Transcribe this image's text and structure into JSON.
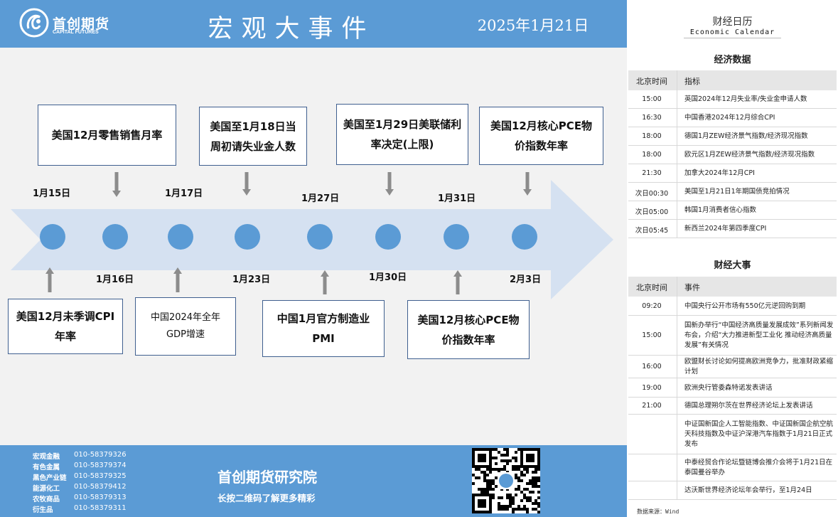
{
  "header": {
    "logo_cn": "首创期货",
    "logo_en": "CAPITAL FUTURES",
    "title": "宏观大事件",
    "date": "2025年1月21日"
  },
  "timeline": {
    "top_dates": [
      "1月15日",
      "1月17日",
      "1月27日",
      "1月31日"
    ],
    "bottom_dates": [
      "1月16日",
      "1月23日",
      "1月30日",
      "2月3日"
    ],
    "top_events": [
      "美国12月零售销售月率",
      "美国至1月18日当周初请失业金人数",
      "美国至1月29日美联储利率决定(上限)",
      "美国12月核心PCE物价指数年率"
    ],
    "bottom_events": [
      "美国12月未季调CPI年率",
      "中国2024年全年GDP增速",
      "中国1月官方制造业PMI",
      "美国12月核心PCE物价指数年率"
    ],
    "colors": {
      "arrow": "#d5e1f1",
      "dot": "#5b9bd5",
      "pointer": "#8c8c8c"
    }
  },
  "footer": {
    "contacts": [
      {
        "label": "宏观金融",
        "phone": "010-58379326"
      },
      {
        "label": "有色金属",
        "phone": "010-58379374"
      },
      {
        "label": "黑色产业链",
        "phone": "010-58379325"
      },
      {
        "label": "能源化工",
        "phone": "010-58379412"
      },
      {
        "label": "农牧商品",
        "phone": "010-58379313"
      },
      {
        "label": "衍生品",
        "phone": "010-58379311"
      }
    ],
    "institute": "首创期货研究院",
    "subtitle": "长按二维码了解更多精彩"
  },
  "calendar": {
    "title": "财经日历",
    "subtitle": "Economic Calendar",
    "data_section": {
      "title": "经济数据",
      "col_time": "北京时间",
      "col_item": "指标",
      "rows": [
        {
          "time": "15:00",
          "item": "英国2024年12月失业率/失业金申请人数"
        },
        {
          "time": "16:30",
          "item": "中国香港2024年12月综合CPI"
        },
        {
          "time": "18:00",
          "item": "德国1月ZEW经济景气指数/经济现况指数"
        },
        {
          "time": "18:00",
          "item": "欧元区1月ZEW经济景气指数/经济现况指数"
        },
        {
          "time": "21:30",
          "item": "加拿大2024年12月CPI"
        },
        {
          "time": "次日00:30",
          "item": "美国至1月21日1年期国债竞拍情况"
        },
        {
          "time": "次日05:00",
          "item": "韩国1月消费者信心指数"
        },
        {
          "time": "次日05:45",
          "item": "新西兰2024年第四季度CPI"
        }
      ]
    },
    "events_section": {
      "title": "财经大事",
      "col_time": "北京时间",
      "col_item": "事件",
      "rows": [
        {
          "time": "09:20",
          "item": "中国央行公开市场有550亿元逆回购到期"
        },
        {
          "time": "15:00",
          "item": "国新办举行“中国经济高质量发展成效”系列新闻发布会，介绍“大力推进新型工业化 推动经济高质量发展”有关情况"
        },
        {
          "time": "16:00",
          "item": "欧盟财长讨论如何提高欧洲竞争力，批准财政紧缩计划"
        },
        {
          "time": "19:00",
          "item": "欧洲央行管委森特诺发表讲话"
        },
        {
          "time": "21:00",
          "item": "德国总理朔尔茨在世界经济论坛上发表讲话"
        },
        {
          "time": "",
          "item": "中证国新国企人工智能指数、中证国新国企航空航天科技指数及中证沪深港汽车指数于1月21日正式发布"
        },
        {
          "time": "",
          "item": "中泰经贸合作论坛暨链博会推介会将于1月21日在泰国曼谷举办"
        },
        {
          "time": "",
          "item": "达沃斯世界经济论坛年会举行，至1月24日"
        }
      ]
    },
    "source": "数据来源：Wind"
  }
}
